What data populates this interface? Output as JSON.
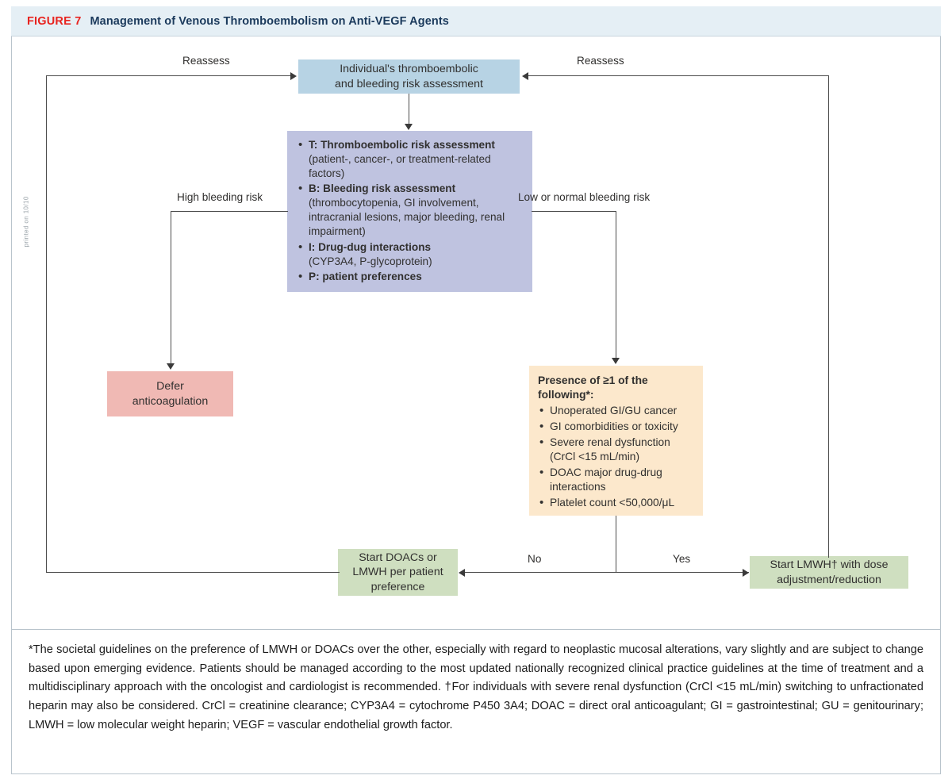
{
  "figure": {
    "label": "FIGURE 7",
    "title": "Management of Venous Thromboembolism on Anti-VEGF Agents",
    "title_color": "#1b3a5c",
    "label_color": "#e8231f",
    "header_bg": "#e5eff5"
  },
  "margin_note": "printed on 10/10",
  "flow": {
    "start": {
      "line1": "Individual's thromboembolic",
      "line2": "and bleeding risk assessment",
      "color": "#b7d3e4"
    },
    "assessment": {
      "color": "#bfc3e0",
      "items": [
        {
          "bold": "T: Thromboembolic risk assessment",
          "detail": "(patient-, cancer-, or treatment-related factors)"
        },
        {
          "bold": "B: Bleeding risk assessment",
          "detail": "(thrombocytopenia, GI involvement, intracranial lesions, major bleeding, renal impairment)"
        },
        {
          "bold": "I: Drug-dug interactions",
          "detail": "(CYP3A4, P-glycoprotein)"
        },
        {
          "bold": "P: patient preferences",
          "detail": ""
        }
      ]
    },
    "defer": {
      "line1": "Defer",
      "line2": "anticoagulation",
      "color": "#f0b9b4"
    },
    "presence": {
      "color": "#fce8cc",
      "heading_line1": "Presence of ≥1 of the",
      "heading_line2": "following*:",
      "items": [
        "Unoperated GI/GU cancer",
        "GI comorbidities or toxicity",
        "Severe renal dysfunction (CrCl <15 mL/min)",
        "DOAC major drug-drug interactions",
        "Platelet count <50,000/μL"
      ]
    },
    "doac_box": {
      "line1": "Start DOACs or",
      "line2": "LMWH per patient",
      "line3": "preference",
      "color": "#cfdfc0"
    },
    "lmwh_box": {
      "line1": "Start LMWH† with dose",
      "line2": "adjustment/reduction",
      "color": "#cfdfc0"
    },
    "labels": {
      "reassess_left": "Reassess",
      "reassess_right": "Reassess",
      "high_bleeding": "High bleeding risk",
      "low_bleeding": "Low or normal bleeding risk",
      "no": "No",
      "yes": "Yes"
    }
  },
  "footnote": {
    "text": "*The societal guidelines on the preference of LMWH or DOACs over the other, especially with regard to neoplastic mucosal alterations, vary slightly and are subject to change based upon emerging evidence. Patients should be managed according to the most updated nationally recognized clinical practice guidelines at the time of treatment and a multidisciplinary approach with the oncologist and cardiologist is recommended. †For individuals with severe renal dysfunction (CrCl <15 mL/min) switching to unfractionated heparin may also be considered. CrCl = creatinine clearance; CYP3A4 = cytochrome P450 3A4; DOAC = direct oral anticoagulant; GI = gastrointestinal; GU = genitourinary; LMWH = low molecular weight heparin; VEGF = vascular endothelial growth factor."
  }
}
